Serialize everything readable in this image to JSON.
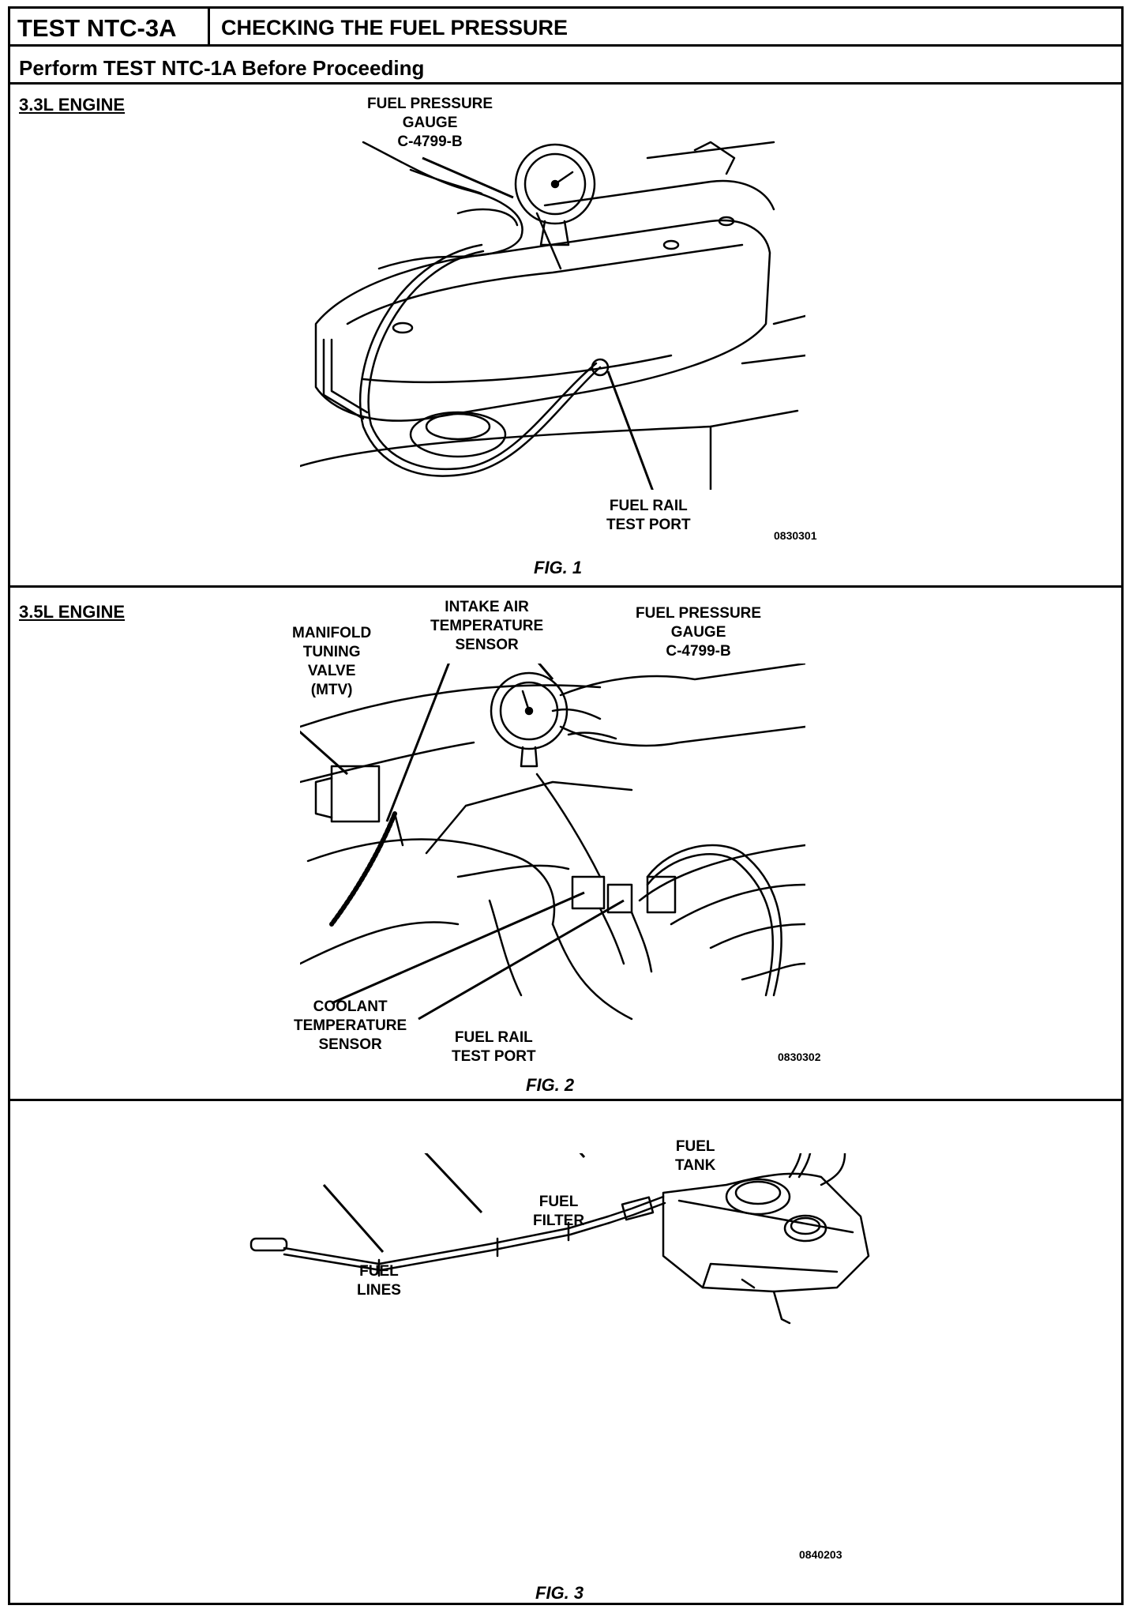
{
  "header": {
    "test_id": "TEST NTC-3A",
    "title": "CHECKING THE FUEL PRESSURE",
    "note": "Perform TEST NTC-1A Before Proceeding"
  },
  "fig1": {
    "engine": "3.3L ENGINE",
    "gauge_label": "FUEL PRESSURE\nGAUGE\nC-4799-B",
    "port_label": "FUEL RAIL\nTEST PORT",
    "code": "0830301",
    "caption": "FIG. 1"
  },
  "fig2": {
    "engine": "3.5L ENGINE",
    "mtv_label": "MANIFOLD\nTUNING\nVALVE\n(MTV)",
    "iat_label": "INTAKE AIR\nTEMPERATURE\nSENSOR",
    "gauge_label": "FUEL PRESSURE\nGAUGE\nC-4799-B",
    "coolant_label": "COOLANT\nTEMPERATURE\nSENSOR",
    "port_label": "FUEL RAIL\nTEST PORT",
    "code": "0830302",
    "caption": "FIG. 2"
  },
  "fig3": {
    "tank_label": "FUEL\nTANK",
    "filter_label": "FUEL\nFILTER",
    "lines_label": "FUEL\nLINES",
    "code": "0840203",
    "caption": "FIG. 3"
  }
}
